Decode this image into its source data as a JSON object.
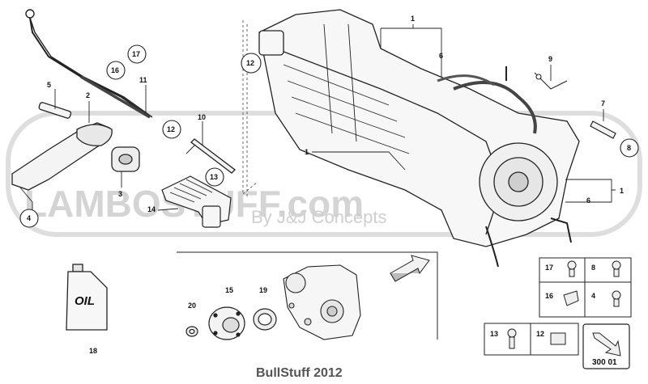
{
  "watermark": {
    "main": "LAMBOSTUFF.com",
    "sub": "By J&J Concepts"
  },
  "footer": {
    "text": "BullStuff 2012"
  },
  "oil_label": "OIL",
  "diagram_code": "300 01",
  "callouts": {
    "c1a": "1",
    "c1b": "1",
    "c1c": "1",
    "c2": "2",
    "c3": "3",
    "c4": "4",
    "c5": "5",
    "c6a": "6",
    "c6b": "6",
    "c7": "7",
    "c8": "8",
    "c9": "9",
    "c10": "10",
    "c11": "11",
    "c12a": "12",
    "c12b": "12",
    "c13": "13",
    "c14": "14",
    "c15": "15",
    "c16": "16",
    "c17": "17",
    "c18": "18",
    "c19": "19",
    "c20": "20"
  },
  "legend": {
    "l17": "17",
    "l8": "8",
    "l16": "16",
    "l4": "4",
    "l13": "13",
    "l12": "12"
  }
}
